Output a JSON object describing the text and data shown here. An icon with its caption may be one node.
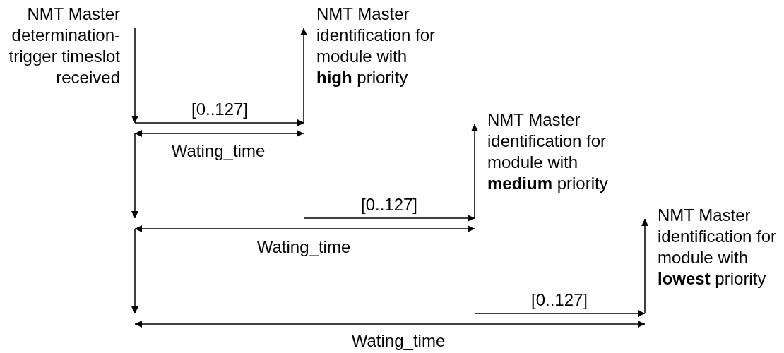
{
  "diagram": {
    "nodes": [
      {
        "text": [
          "NMT Master determination-trigger timeslot received"
        ]
      },
      {
        "text": [
          "NMT Master identification for module with **high** priority"
        ]
      },
      {
        "text": [
          "NMT Master identification for module with **medium** priority"
        ]
      },
      {
        "text": [
          "NMT Master identification for module with **lowest** priority"
        ]
      }
    ],
    "edges": [
      {
        "from": 0,
        "to": null,
        "arrow": "to"
      },
      {
        "from": null,
        "to": 1,
        "arrow": "to"
      },
      {
        "from": null,
        "to": 2,
        "arrow": "to"
      },
      {
        "from": null,
        "to": 3,
        "arrow": "to"
      }
    ],
    "labels": [
      "[0..127]",
      "Wating_time",
      "[0..127]",
      "Wating_time",
      "[0..127]",
      "Wating_time"
    ]
  }
}
